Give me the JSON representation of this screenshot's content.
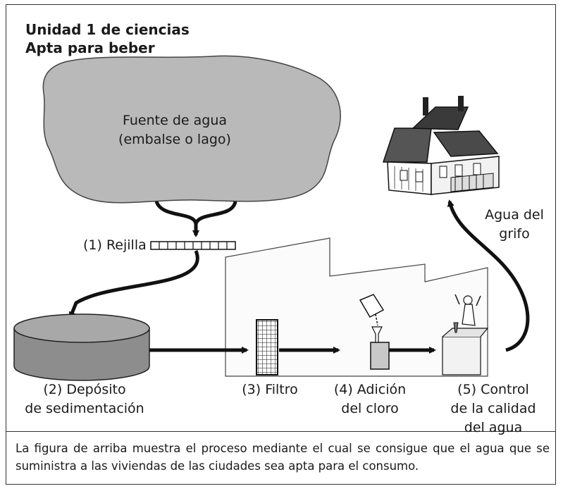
{
  "header": {
    "line1": "Unidad 1 de ciencias",
    "line2": "Apta para beber"
  },
  "labels": {
    "source_line1": "Fuente de agua",
    "source_line2": "(embalse o lago)",
    "grate": "(1) Rejilla",
    "tank_line1": "(2) Depósito",
    "tank_line2": "de sedimentación",
    "filter": "(3) Filtro",
    "chlorine_line1": "(4) Adición",
    "chlorine_line2": "del cloro",
    "control_line1": "(5) Control",
    "control_line2": "de la calidad",
    "control_line3": "del agua",
    "tap_line1": "Agua del",
    "tap_line2": "grifo"
  },
  "caption": "La figura de arriba muestra el proceso mediante el cual se consigue que el agua que se suministra a las viviendas de las ciudades sea apta para el consumo.",
  "colors": {
    "cloud": "#b9b9b9",
    "tank": "#8d8d8d",
    "line": "#111111"
  }
}
